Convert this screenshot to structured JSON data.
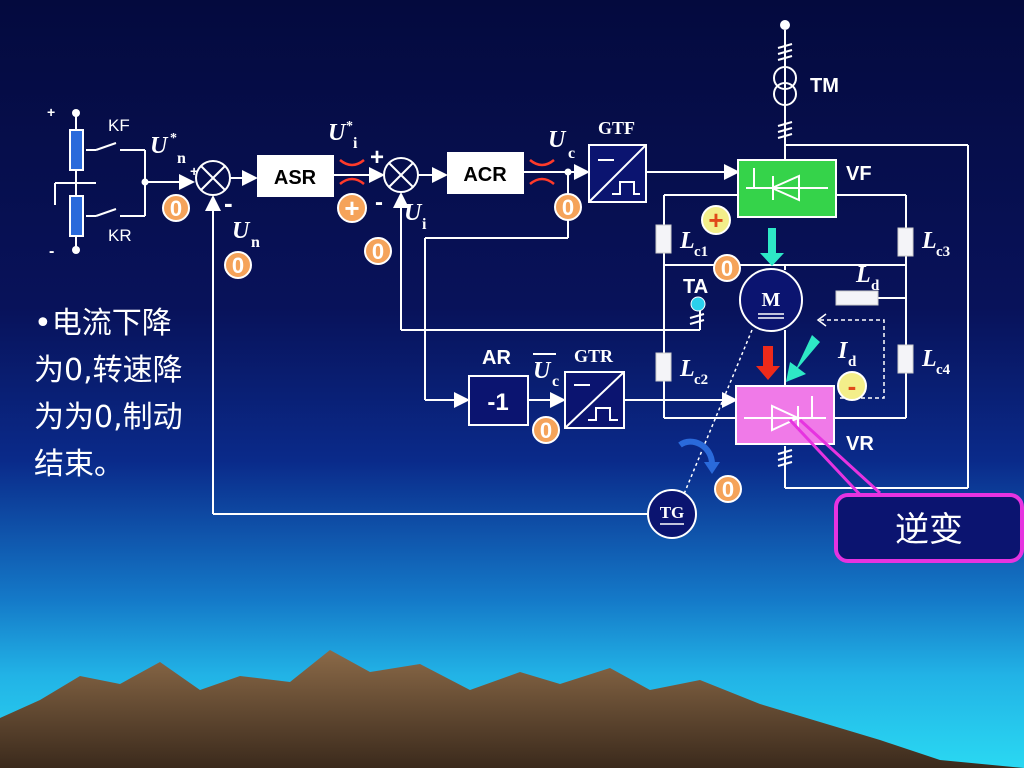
{
  "slide": {
    "bullet_text": "•电流下降为0,转速降为为0,制动结束。",
    "callout": "逆变"
  },
  "labels": {
    "kf": "KF",
    "kr": "KR",
    "plus_terminal": "+",
    "minus_terminal": "-",
    "un_star": "U",
    "un_star_sub": "n",
    "asr": "ASR",
    "ui_star": "U",
    "ui_star_sub": "i",
    "acr": "ACR",
    "uc": "U",
    "uc_sub": "c",
    "gtf": "GTF",
    "tm": "TM",
    "vf": "VF",
    "vr": "VR",
    "un": "U",
    "un_sub": "n",
    "ui": "U",
    "ui_sub": "i",
    "ar": "AR",
    "ar_gain": "-1",
    "uc_bar": "U",
    "uc_bar_sub": "c",
    "gtr": "GTR",
    "lc1": "L",
    "lc1_sub": "c1",
    "lc2": "L",
    "lc2_sub": "c2",
    "lc3": "L",
    "lc3_sub": "c3",
    "lc4": "L",
    "lc4_sub": "c4",
    "ld": "L",
    "ld_sub": "d",
    "id": "I",
    "id_sub": "d",
    "ta": "TA",
    "motor": "M",
    "tg": "TG",
    "sum1_plus": "+",
    "sum1_minus": "-",
    "sum2_plus": "+",
    "sum2_minus": "-",
    "star": "*"
  },
  "badges": {
    "un_star_value": "0",
    "asr_out_sign": "+",
    "un_value": "0",
    "sum2_value": "0",
    "uc_value": "0",
    "vf_sign": "+",
    "motor_value": "0",
    "vr_sign": "-",
    "ar_value": "0",
    "tg_value": "0"
  },
  "colors": {
    "badge_orange": "#f5a35a",
    "badge_yellow": "#f3ee8a",
    "vf_fill": "#35d34a",
    "vr_fill": "#f07ae8",
    "callout_border": "#e633e0",
    "arrow_cyan": "#2ee8c6",
    "arrow_red": "#ee2a1a"
  }
}
